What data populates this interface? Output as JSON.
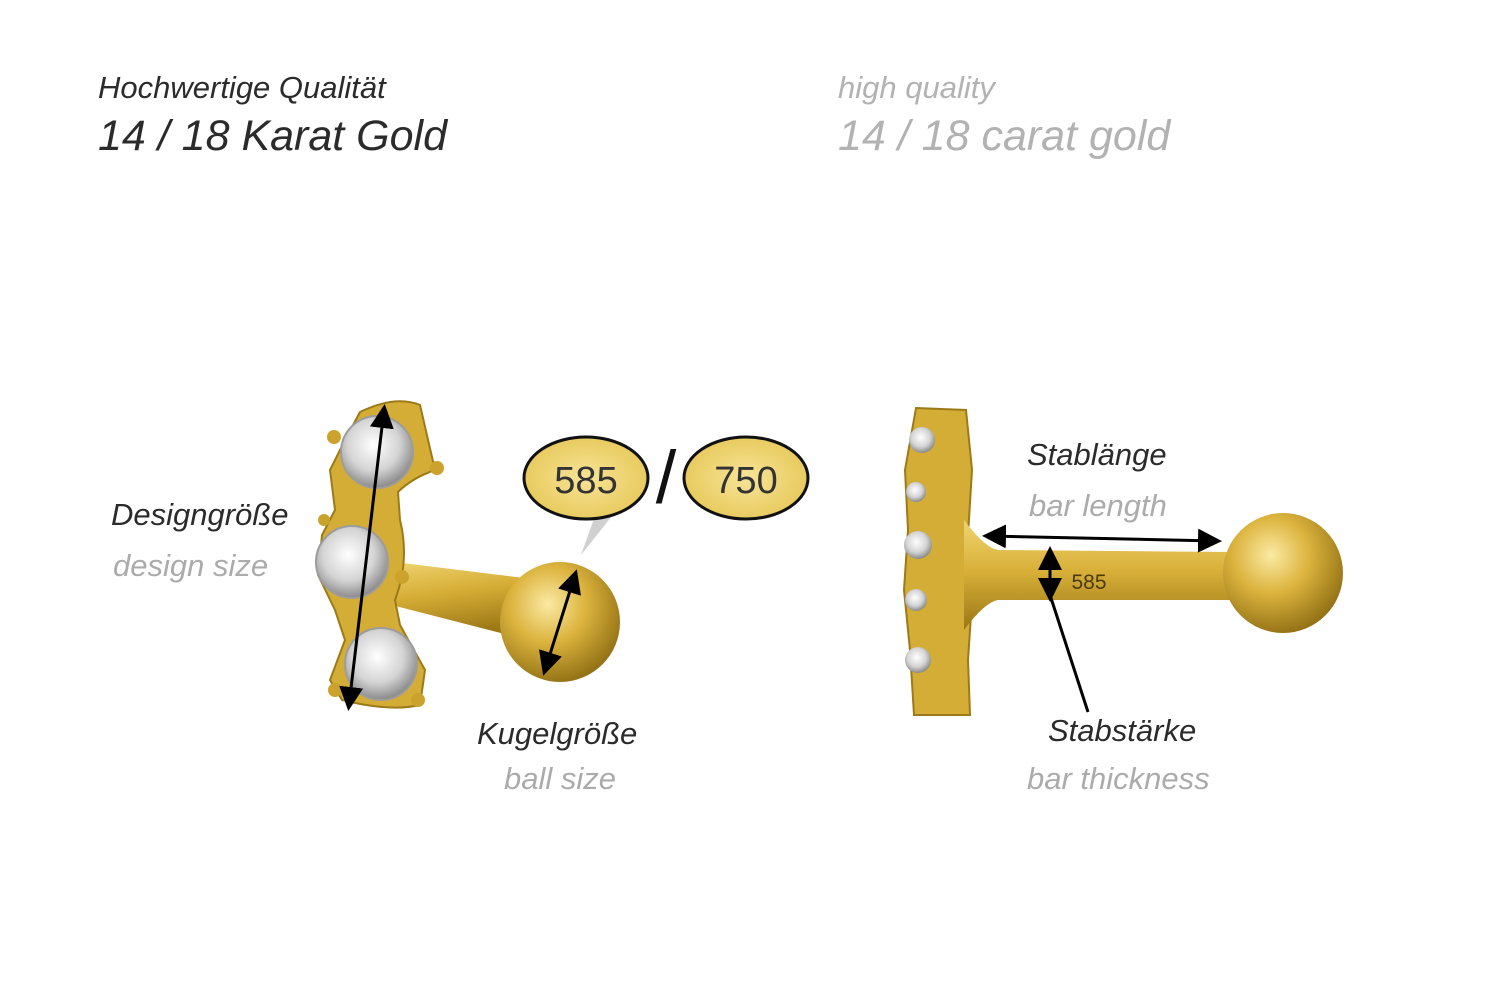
{
  "header": {
    "de_line1": "Hochwertige Qualität",
    "de_line2": "14 / 18 Karat Gold",
    "en_line1": "high quality",
    "en_line2": "14 / 18 carat gold"
  },
  "labels": {
    "design_size_de": "Designgröße",
    "design_size_en": "design size",
    "ball_size_de": "Kugelgröße",
    "ball_size_en": "ball size",
    "bar_length_de": "Stablänge",
    "bar_length_en": "bar length",
    "bar_thickness_de": "Stabstärke",
    "bar_thickness_en": "bar thickness"
  },
  "hallmarks": {
    "gold_14k": "585",
    "separator": "/",
    "gold_18k": "750",
    "bar_engraving": "585"
  },
  "colors": {
    "gold": "#d8b23a",
    "gold_dark": "#a9841c",
    "badge_fill": "#f3dc7e",
    "text_dark": "#2b2b2b",
    "text_light": "#b2b2b2"
  }
}
